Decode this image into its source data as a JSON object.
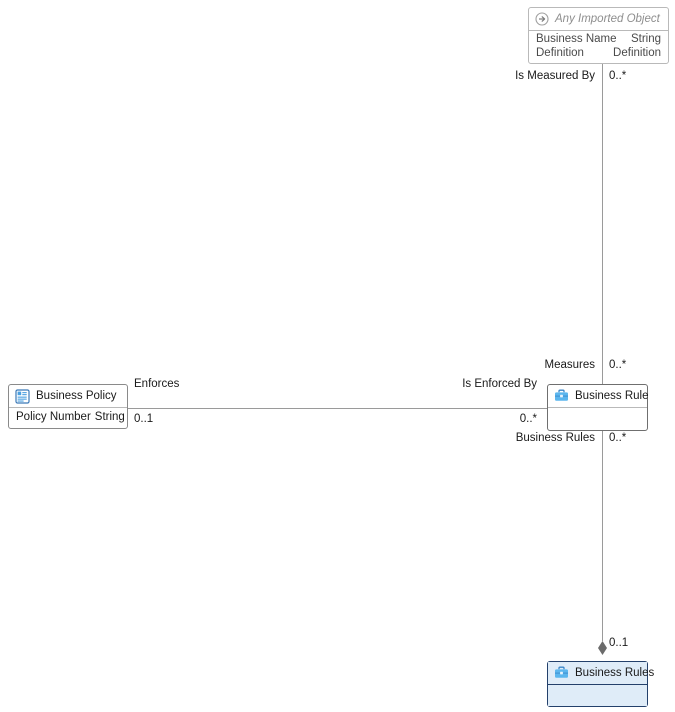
{
  "diagram": {
    "type": "uml-class-diagram",
    "background": "#ffffff",
    "line_color": "#9a9a9a",
    "selected_fill": "#dfecf8",
    "selected_border": "#23406b"
  },
  "classes": {
    "imported_object": {
      "title": "Any Imported Object",
      "icon": "imported-arrow-icon",
      "style": "italic-gray",
      "attributes": [
        {
          "name": "Business Name",
          "type": "String"
        },
        {
          "name": "Definition",
          "type": "Definition"
        }
      ]
    },
    "business_policy": {
      "title": "Business Policy",
      "icon": "policy-document-icon",
      "attributes": [
        {
          "name": "Policy Number",
          "type": "String"
        }
      ]
    },
    "business_rule": {
      "title": "Business Rule",
      "icon": "briefcase-icon",
      "attributes": []
    },
    "business_rules": {
      "title": "Business Rules",
      "icon": "briefcase-icon",
      "selected": true,
      "attributes": []
    }
  },
  "associations": [
    {
      "id": "is-measured-by",
      "role_label": "Is Measured By",
      "multiplicity": "0..*"
    },
    {
      "id": "measures",
      "role_label": "Measures",
      "multiplicity": "0..*"
    },
    {
      "id": "enforces",
      "role_label": "Enforces",
      "multiplicity": "0..1"
    },
    {
      "id": "is-enforced-by",
      "role_label": "Is Enforced By",
      "multiplicity": "0..*"
    },
    {
      "id": "business-rules-composition",
      "role_label": "Business Rules",
      "multiplicity": "0..*",
      "end_multiplicity": "0..1",
      "end_marker": "filled-diamond"
    }
  ]
}
